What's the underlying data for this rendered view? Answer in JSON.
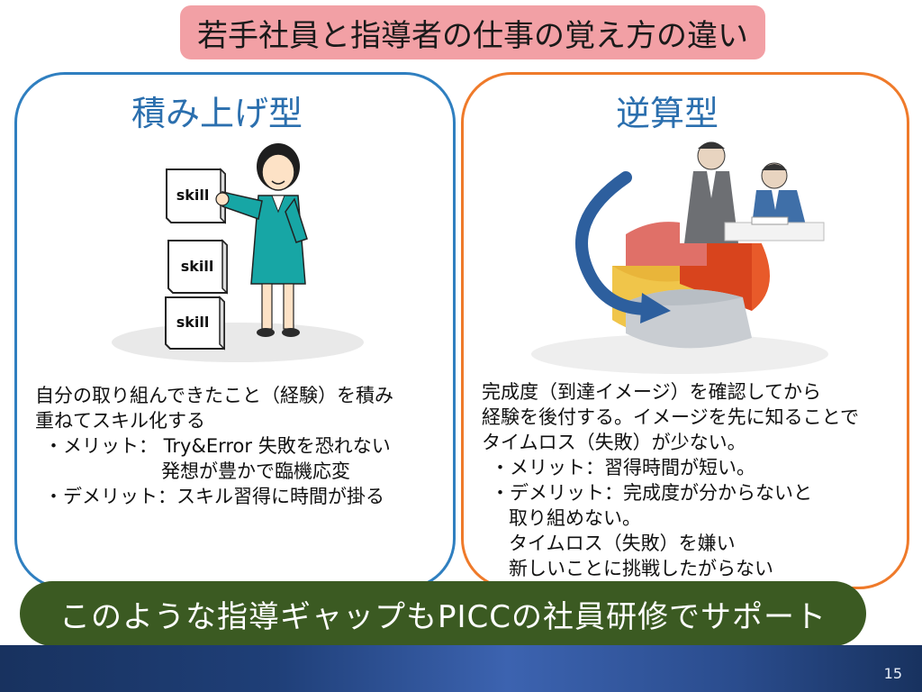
{
  "slide": {
    "title": "若手社員と指導者の仕事の覚え方の違い",
    "page_number": "15"
  },
  "left_panel": {
    "heading": "積み上げ型",
    "block_labels": [
      "skill",
      "skill",
      "skill"
    ],
    "lines": [
      "自分の取り組んできたこと（経験）を積み",
      "重ねてスキル化する",
      "・メリット：  Try&Error   失敗を恐れない",
      "発想が豊かで臨機応変",
      "・デメリット：スキル習得に時間が掛る"
    ]
  },
  "right_panel": {
    "heading": "逆算型",
    "lines": [
      "完成度（到達イメージ）を確認してから",
      "経験を後付する。イメージを先に知ることで",
      "タイムロス（失敗）が少ない。",
      "・メリット：習得時間が短い。",
      "・デメリット：完成度が分からないと",
      "取り組めない。",
      "タイムロス（失敗）を嫌い",
      "新しいことに挑戦したがらない"
    ]
  },
  "banner": {
    "text": "このような指導ギャップもPICCの社員研修でサポート"
  },
  "colors": {
    "title_bg": "#f2a0a5",
    "left_border": "#2f7fc0",
    "right_border": "#ef7a2a",
    "heading": "#2b6fae",
    "banner_bg": "#3b5a22",
    "footer": "#1f3f78"
  }
}
